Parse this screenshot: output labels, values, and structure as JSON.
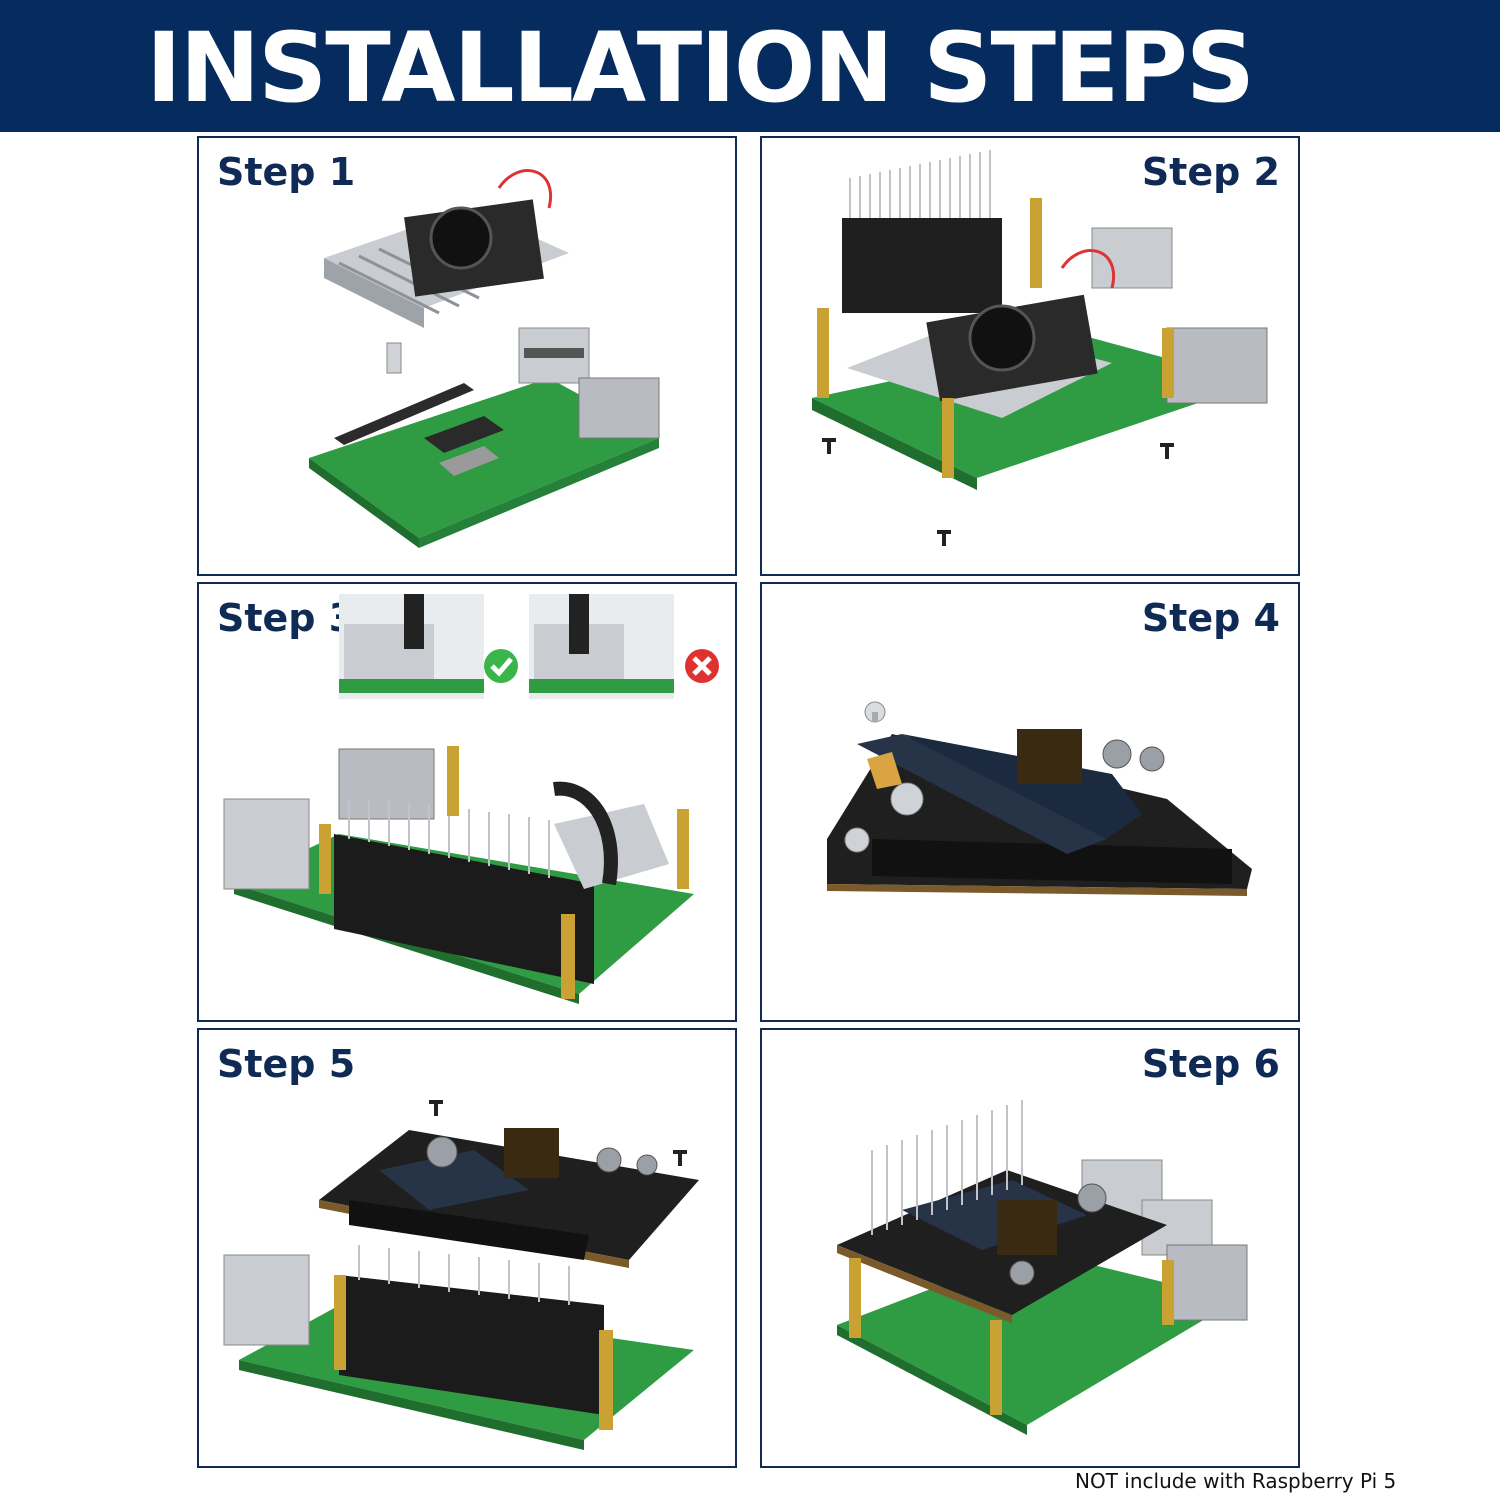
{
  "header": {
    "title": "INSTALLATION STEPS"
  },
  "steps": [
    {
      "label": "Step 1"
    },
    {
      "label": "Step 2"
    },
    {
      "label": "Step 3"
    },
    {
      "label": "Step 4"
    },
    {
      "label": "Step 5"
    },
    {
      "label": "Step 6"
    }
  ],
  "footer": {
    "note": "NOT include with Raspberry  Pi 5"
  },
  "colors": {
    "banner": "#062b5e",
    "label": "#0f2a55",
    "board_green": "#2f9b43",
    "hat_black": "#1f1f1f",
    "standoff_gold": "#c9a233",
    "heatsink_silver": "#c9ccd1",
    "check_green": "#3bb54a",
    "cross_red": "#e03131"
  }
}
